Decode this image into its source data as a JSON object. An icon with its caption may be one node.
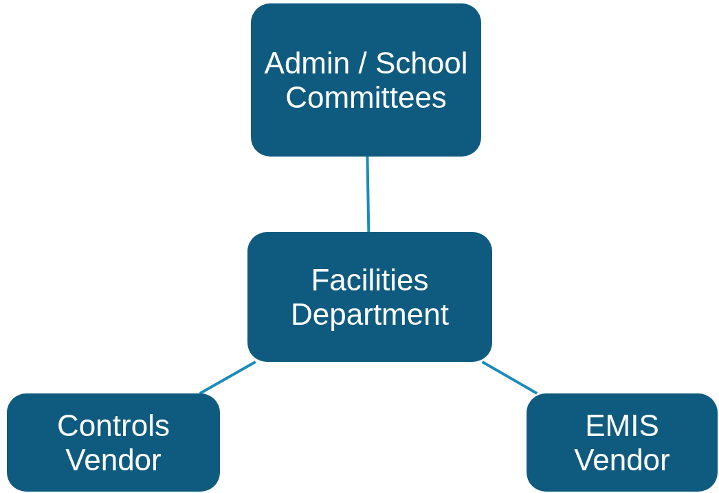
{
  "diagram": {
    "nodes": [
      {
        "text": [
          "Admin / School Committees"
        ]
      },
      {
        "text": [
          "Facilities Department"
        ]
      },
      {
        "text": [
          "Controls Vendor"
        ]
      },
      {
        "text": [
          "EMIS Vendor"
        ]
      }
    ],
    "edges": [
      {
        "from": 0,
        "to": 1,
        "arrow": "none"
      },
      {
        "from": 1,
        "to": 2,
        "arrow": "none"
      },
      {
        "from": 1,
        "to": 3,
        "arrow": "none"
      }
    ]
  }
}
